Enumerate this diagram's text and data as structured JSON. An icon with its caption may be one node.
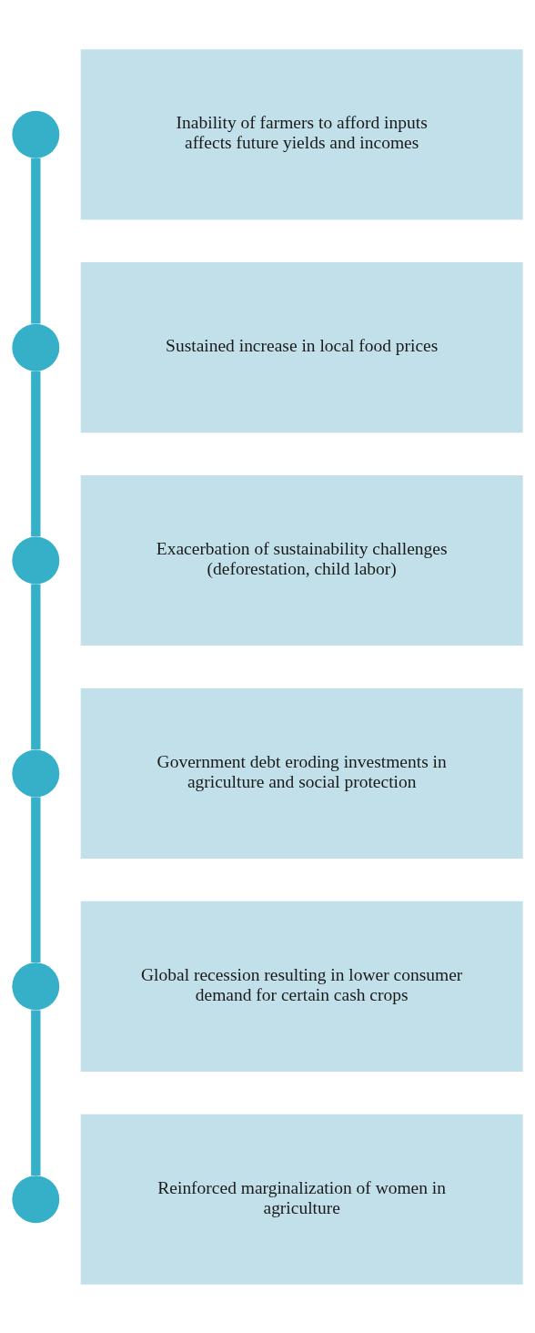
{
  "diagram": {
    "nodes": [
      {
        "text": [],
        "shape": "circle"
      },
      {
        "text": [
          "Inability of farmers to afford inputs affects future yields and incomes"
        ]
      },
      {
        "text": [],
        "shape": "circle"
      },
      {
        "text": [
          "Sustained increase in local food prices"
        ]
      },
      {
        "text": [],
        "shape": "circle"
      },
      {
        "text": [
          "Exacerbation of sustainability challenges (deforestation, child labor)"
        ]
      },
      {
        "text": [],
        "shape": "circle"
      },
      {
        "text": [
          "Government debt eroding investments in agriculture and social protection"
        ]
      },
      {
        "text": [],
        "shape": "circle"
      },
      {
        "text": [
          "Global recession resulting in lower consumer demand for certain cash crops"
        ]
      },
      {
        "text": [],
        "shape": "circle"
      },
      {
        "text": [
          "Reinforced marginalization of women in agriculture"
        ]
      }
    ],
    "edges": [
      {
        "from": 0,
        "to": 2,
        "arrow": "none"
      },
      {
        "from": 2,
        "to": 4,
        "arrow": "none"
      },
      {
        "from": 4,
        "to": 6,
        "arrow": "none"
      },
      {
        "from": 6,
        "to": 8,
        "arrow": "none"
      },
      {
        "from": 8,
        "to": 10,
        "arrow": "none"
      }
    ]
  }
}
